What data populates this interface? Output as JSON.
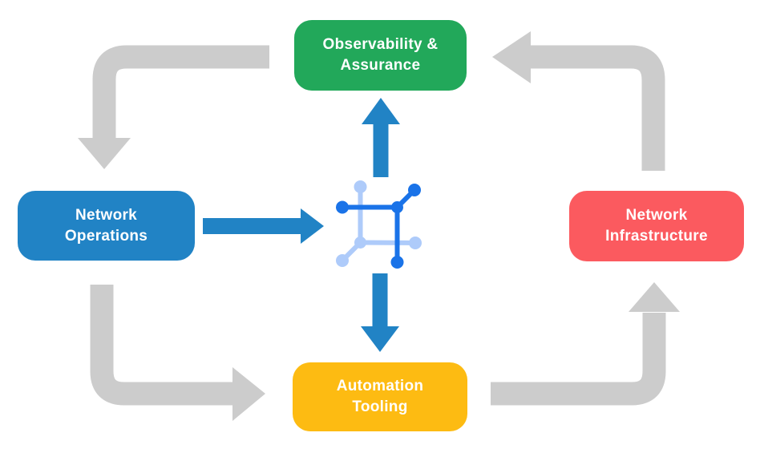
{
  "diagram": {
    "title": "Network automation closed-loop diagram",
    "background_color": "#ffffff",
    "nodes": [
      {
        "id": "observability",
        "label": "Observability &\nAssurance",
        "color": "#22A85A",
        "position": "top"
      },
      {
        "id": "operations",
        "label": "Network\nOperations",
        "color": "#2183C5",
        "position": "left"
      },
      {
        "id": "infrastructure",
        "label": "Network\nInfrastructure",
        "color": "#FB5A5F",
        "position": "right"
      },
      {
        "id": "automation",
        "label": "Automation\nTooling",
        "color": "#FDBB12",
        "position": "bottom"
      }
    ],
    "center_icon": {
      "name": "network-automation-icon",
      "dark_color": "#1A73E8",
      "light_color": "#AECBFA"
    },
    "arrows": {
      "cycle_color": "#CCCCCC",
      "flow_color": "#2183C5",
      "cycle": [
        {
          "from": "observability",
          "to": "operations"
        },
        {
          "from": "operations",
          "to": "automation"
        },
        {
          "from": "automation",
          "to": "infrastructure"
        },
        {
          "from": "infrastructure",
          "to": "observability"
        }
      ],
      "flows": [
        {
          "from": "operations",
          "to": "center"
        },
        {
          "from": "center",
          "to": "observability"
        },
        {
          "from": "center",
          "to": "automation"
        }
      ]
    }
  }
}
